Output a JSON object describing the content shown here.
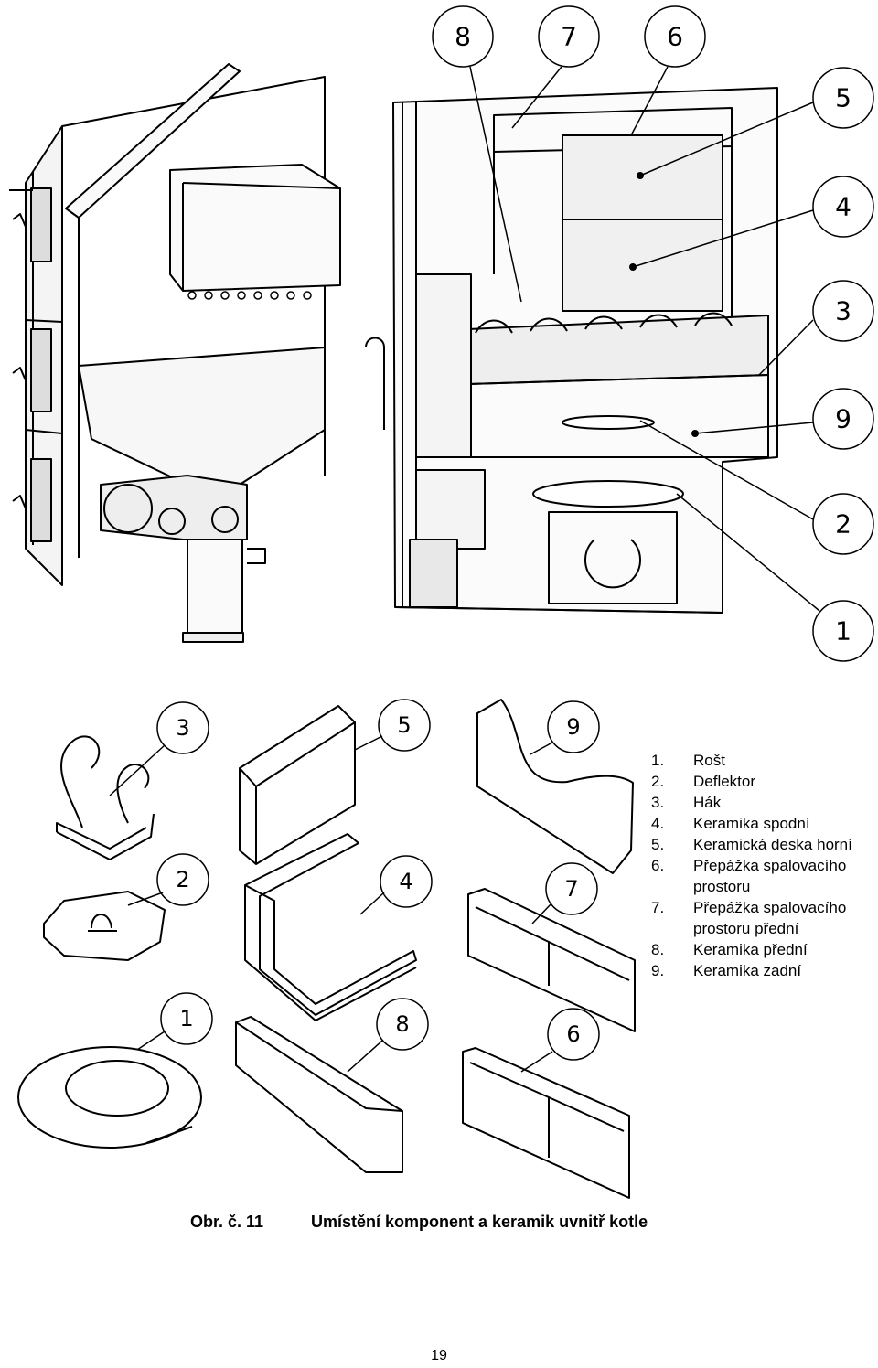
{
  "callouts_top": [
    "8",
    "7",
    "6",
    "5",
    "4",
    "3",
    "9",
    "2",
    "1"
  ],
  "callouts_bottom": [
    "3",
    "5",
    "9",
    "2",
    "4",
    "7",
    "1",
    "8",
    "6"
  ],
  "legend": [
    {
      "num": "1.",
      "text": "Rošt"
    },
    {
      "num": "2.",
      "text": "Deflektor"
    },
    {
      "num": "3.",
      "text": "Hák"
    },
    {
      "num": "4.",
      "text": "Keramika spodní"
    },
    {
      "num": "5.",
      "text": "Keramická deska horní"
    },
    {
      "num": "6.",
      "text": "Přepážka spalovacího prostoru"
    },
    {
      "num": "7.",
      "text": "Přepážka spalovacího prostoru přední"
    },
    {
      "num": "8.",
      "text": "Keramika přední"
    },
    {
      "num": "9.",
      "text": "Keramika zadní"
    }
  ],
  "caption": {
    "label": "Obr. č. 11",
    "title": "Umístění komponent a keramik uvnitř kotle"
  },
  "page_number": "19"
}
